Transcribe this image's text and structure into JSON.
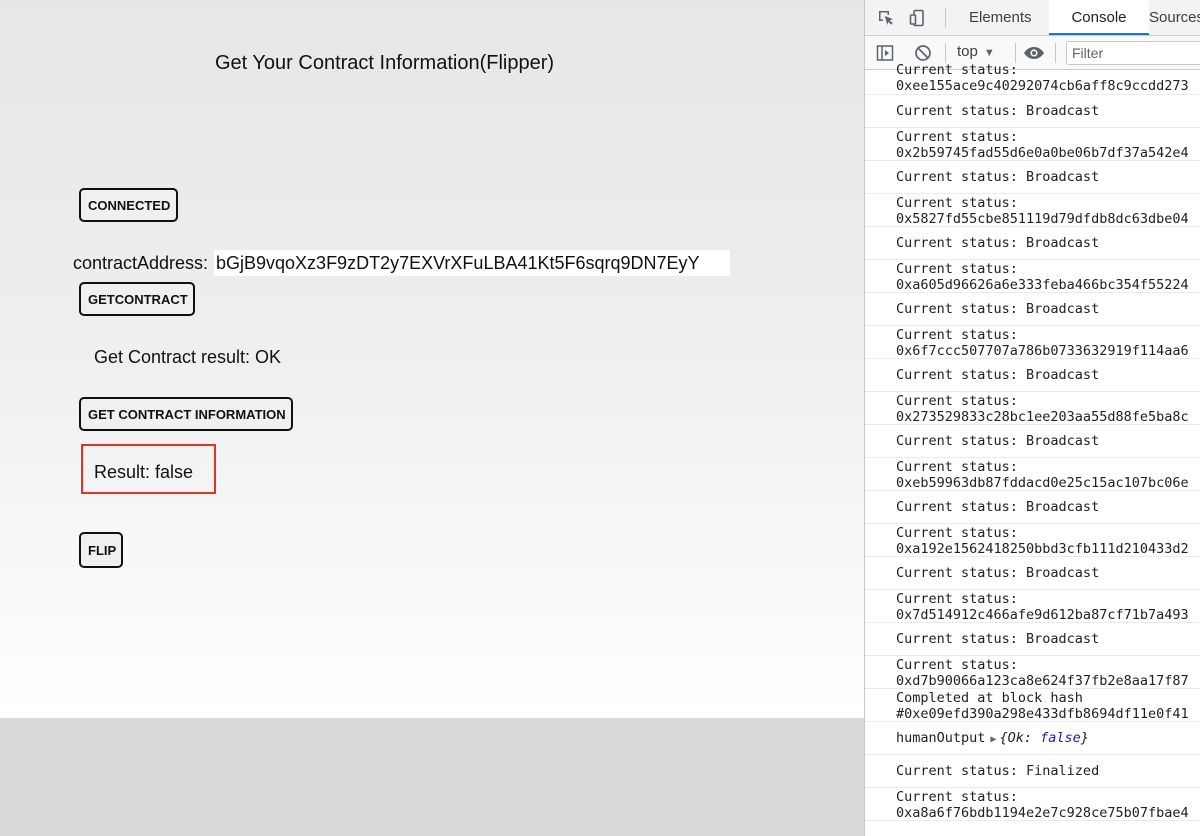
{
  "app": {
    "title": "Get Your Contract Information(Flipper)",
    "connected_label": "CONNECTED",
    "contract_address_label": "contractAddress:",
    "contract_address_value": "bGjB9vqoXz3F9zDT2y7EXVrXFuLBA41Kt5F6sqrq9DN7EyY",
    "get_contract_label": "GETCONTRACT",
    "get_contract_result": "Get Contract result: OK",
    "get_info_label": "GET CONTRACT INFORMATION",
    "result_text": "Result: false",
    "highlight_color": "#e8321f",
    "flip_label": "FLIP"
  },
  "devtools": {
    "tabs": {
      "elements": "Elements",
      "console": "Console",
      "sources": "Sources"
    },
    "context": "top",
    "filter_placeholder": "Filter",
    "icons": [
      "inspect-icon",
      "device-toggle-icon",
      "sidebar-toggle-icon",
      "clear-console-icon",
      "eye-icon"
    ],
    "entries": [
      {
        "l1": "Current status:",
        "l2": "0xee155ace9c40292074cb6aff8c9ccdd273"
      },
      {
        "l1": "Current status: Broadcast"
      },
      {
        "l1": "Current status:",
        "l2": "0x2b59745fad55d6e0a0be06b7df37a542e4"
      },
      {
        "l1": "Current status: Broadcast"
      },
      {
        "l1": "Current status:",
        "l2": "0x5827fd55cbe851119d79dfdb8dc63dbe04"
      },
      {
        "l1": "Current status: Broadcast"
      },
      {
        "l1": "Current status:",
        "l2": "0xa605d96626a6e333feba466bc354f55224"
      },
      {
        "l1": "Current status: Broadcast"
      },
      {
        "l1": "Current status:",
        "l2": "0x6f7ccc507707a786b0733632919f114aa6"
      },
      {
        "l1": "Current status: Broadcast"
      },
      {
        "l1": "Current status:",
        "l2": "0x273529833c28bc1ee203aa55d88fe5ba8c"
      },
      {
        "l1": "Current status: Broadcast"
      },
      {
        "l1": "Current status:",
        "l2": "0xeb59963db87fddacd0e25c15ac107bc06e"
      },
      {
        "l1": "Current status: Broadcast"
      },
      {
        "l1": "Current status:",
        "l2": "0xa192e1562418250bbd3cfb111d210433d2"
      },
      {
        "l1": "Current status: Broadcast"
      },
      {
        "l1": "Current status:",
        "l2": "0x7d514912c466afe9d612ba87cf71b7a493"
      },
      {
        "l1": "Current status: Broadcast"
      },
      {
        "l1": "Current status:",
        "l2": "0xd7b90066a123ca8e624f37fb2e8aa17f87"
      },
      {
        "l1": "Completed at block hash",
        "l2": "#0xe09efd390a298e433dfb8694df11e0f41"
      },
      {
        "l1": "humanOutput",
        "object": {
          "key": "Ok",
          "value": "false"
        }
      },
      {
        "l1": "Current status: Finalized"
      },
      {
        "l1": "Current status:",
        "l2": "0xa8a6f76bdb1194e2e7c928ce75b07fbae4"
      }
    ]
  }
}
